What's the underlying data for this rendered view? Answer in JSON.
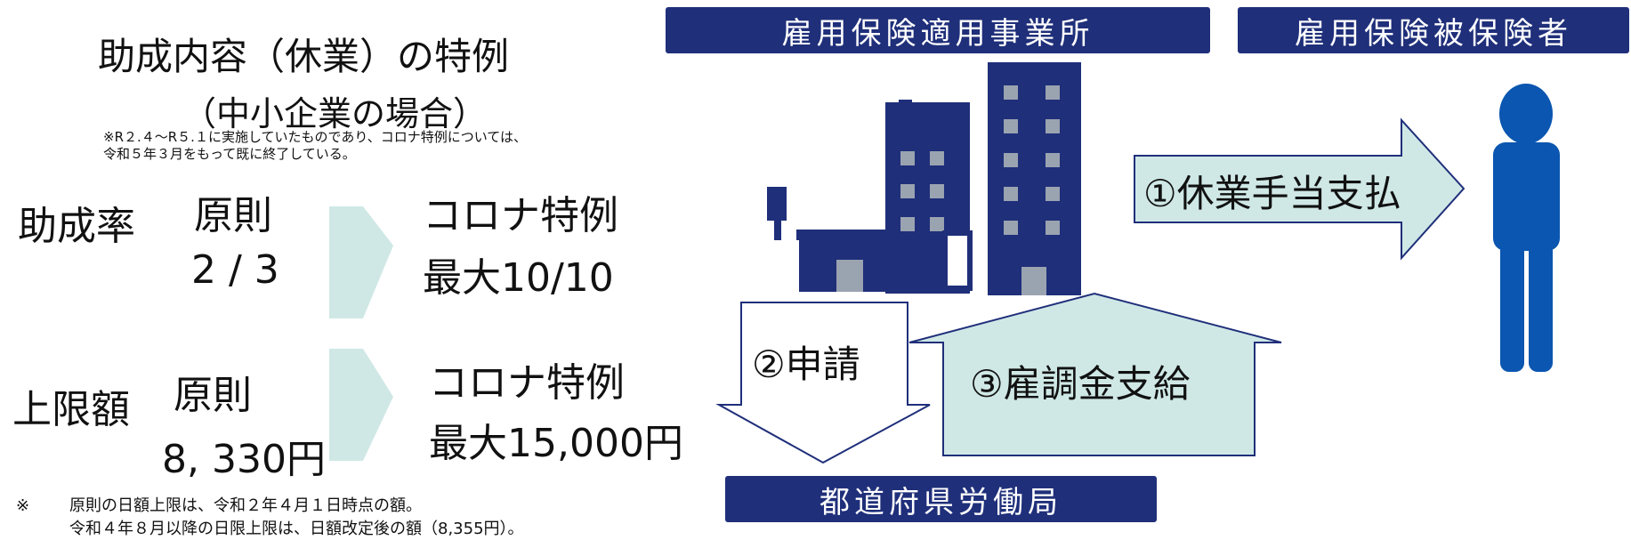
{
  "title": "助成内容（休業）の特例",
  "subtitle": "（中小企業の場合）",
  "note": [
    "※R２.４～R５.１に実施していたものであり、コロナ特例については、",
    "令和５年３月をもって既に終了している。"
  ],
  "rate": {
    "label": "助成率",
    "principle_label": "原則",
    "principle_value": "2 / 3",
    "special_label": "コロナ特例",
    "special_value": "最大10/10"
  },
  "limit": {
    "label": "上限額",
    "principle_label": "原則",
    "principle_value": "8, 330円",
    "special_label": "コロナ特例",
    "special_value": "最大15,000円"
  },
  "footnote": {
    "mark": "※",
    "line1": "原則の日額上限は、令和２年４月１日時点の額。",
    "line2": "令和４年８月以降の日限上限は、日額改定後の額（8,355円）。"
  },
  "diagram": {
    "employer": "雇用保険適用事業所",
    "insured": "雇用保険被保険者",
    "bureau": "都道府県労働局",
    "step1": "①休業手当支払",
    "step2": "②申請",
    "step3": "③雇調金支給"
  },
  "colors": {
    "navy": "#1f2f7a",
    "arrow_fill": "#cfe8e6",
    "arrow_stroke": "#1f2f7a",
    "person": "#0a56b0",
    "building": "#1f2f7a"
  },
  "icons": {
    "building": "office-building-icon",
    "person": "person-icon"
  }
}
